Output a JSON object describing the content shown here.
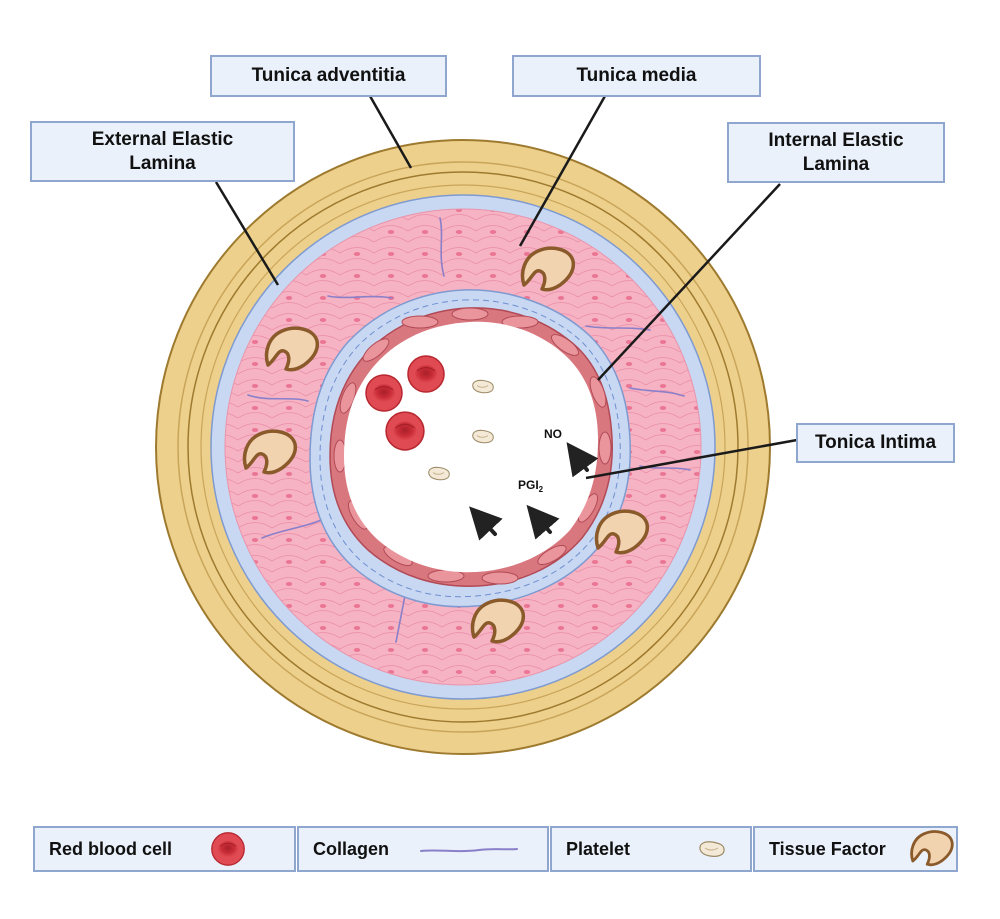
{
  "labels": {
    "tunica_adventitia": "Tunica adventitia",
    "tunica_media": "Tunica media",
    "external_elastic_lamina": "External Elastic Lamina",
    "internal_elastic_lamina": "Internal Elastic Lamina",
    "tonica_intima": "Tonica Intima"
  },
  "molecules": {
    "no": "NO",
    "pgi": "PGI",
    "pgi_sub": "2"
  },
  "legend": [
    {
      "label": "Red blood cell",
      "icon": "red-blood-cell-icon"
    },
    {
      "label": "Collagen",
      "icon": "collagen-icon"
    },
    {
      "label": "Platelet",
      "icon": "platelet-icon"
    },
    {
      "label": "Tissue Factor",
      "icon": "tissue-factor-icon"
    }
  ],
  "colors": {
    "adventitia": "#edd08c",
    "adventitia_stroke": "#9e7a2e",
    "elastic": "#c8d8f2",
    "media": "#f5b3c4",
    "intima_cells": "#d9777f",
    "red_blood_cell": "#d93a43",
    "platelet": "#f3e9d6",
    "tissue_factor": "#f1d3b0",
    "tissue_factor_stroke": "#8a5a2b",
    "collagen": "#8a7fc9",
    "label_bg": "#eaf1fb",
    "label_border": "#8fa7cf"
  }
}
